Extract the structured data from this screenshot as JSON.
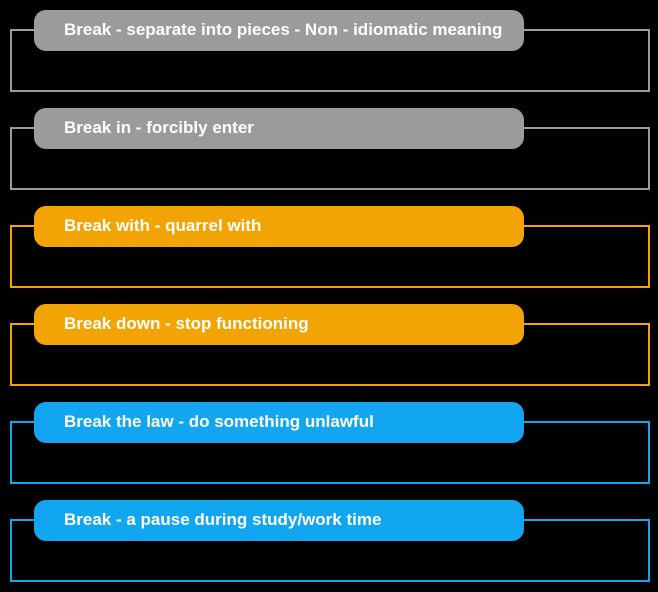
{
  "palette": {
    "gray": "#9B9B9B",
    "orange": "#F2A405",
    "blue": "#12A6F0",
    "background": "#000000",
    "text": "#FFFFFF"
  },
  "sections": [
    {
      "label": "Break - separate into pieces - Non - idiomatic meaning",
      "color": "gray"
    },
    {
      "label": "Break in - forcibly enter",
      "color": "gray"
    },
    {
      "label": "Break with - quarrel with",
      "color": "orange"
    },
    {
      "label": "Break down - stop functioning",
      "color": "orange"
    },
    {
      "label": "Break the law - do something unlawful",
      "color": "blue"
    },
    {
      "label": "Break - a pause during study/work time",
      "color": "blue"
    }
  ]
}
